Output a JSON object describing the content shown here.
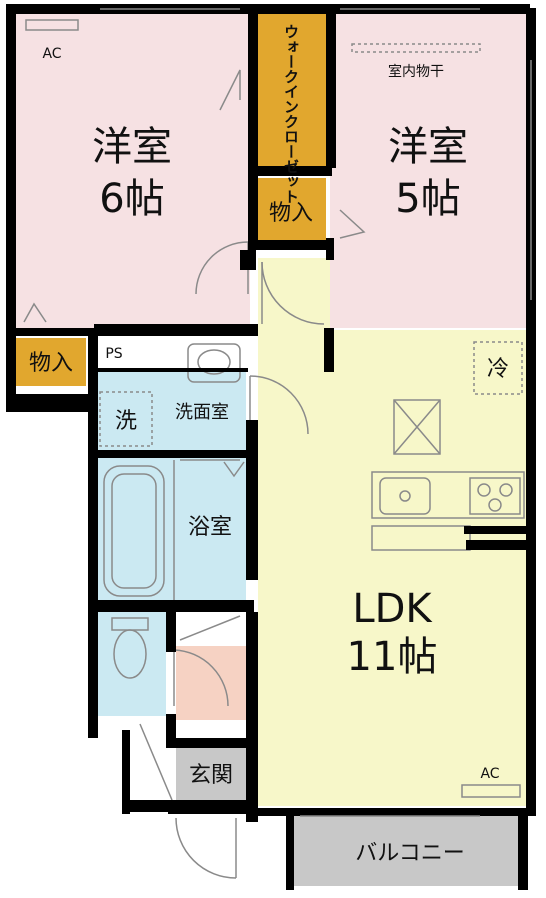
{
  "colors": {
    "western_room": "#f6e1e3",
    "ldk": "#f7f7c9",
    "wet_area": "#cbe9f2",
    "storage": "#e1a72e",
    "entrance": "#c8c8c8",
    "balcony": "#c8c8c8",
    "entrance_floor": "#f6d2c3",
    "wall": "#000000",
    "fixture_line": "#8a8a8a"
  },
  "rooms": {
    "western_left": {
      "name": "洋室",
      "size": "6帖"
    },
    "western_right": {
      "name": "洋室",
      "size": "5帖"
    },
    "walk_in_closet": "ウォークインクローゼット",
    "storage_top": "物入",
    "storage_left": "物入",
    "ps": "PS",
    "washing_machine": "洗",
    "washroom": "洗面室",
    "bathroom": "浴室",
    "ldk": {
      "name": "LDK",
      "size": "11帖"
    },
    "fridge": "冷",
    "entrance": "玄関",
    "balcony": "バルコニー"
  },
  "labels": {
    "ac_left": "AC",
    "ac_ldk": "AC",
    "indoor_drying": "室内物干"
  }
}
